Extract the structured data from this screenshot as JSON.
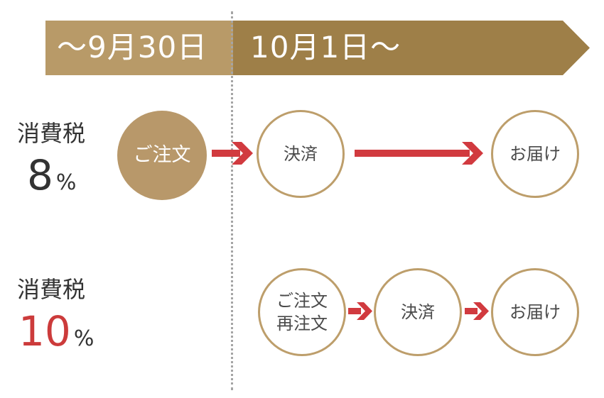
{
  "timeline": {
    "before_label": "～9月30日",
    "after_label": "10月1日～",
    "before_color": "#b89a68",
    "after_color": "#9e7f48"
  },
  "rows": [
    {
      "tax_label": "消費税",
      "rate_number": "8",
      "rate_unit": "%",
      "rate_color": "#333333",
      "steps": [
        "ご注文",
        "決済",
        "お届け"
      ]
    },
    {
      "tax_label": "消費税",
      "rate_number": "10",
      "rate_unit": "%",
      "rate_color": "#cc3b3b",
      "steps_line1": "ご注文",
      "steps_line2": "再注文",
      "steps": [
        "決済",
        "お届け"
      ]
    }
  ],
  "colors": {
    "arrow": "#d13a3f",
    "circle_border": "#bd9e6b",
    "divider": "#a5a5a5"
  }
}
